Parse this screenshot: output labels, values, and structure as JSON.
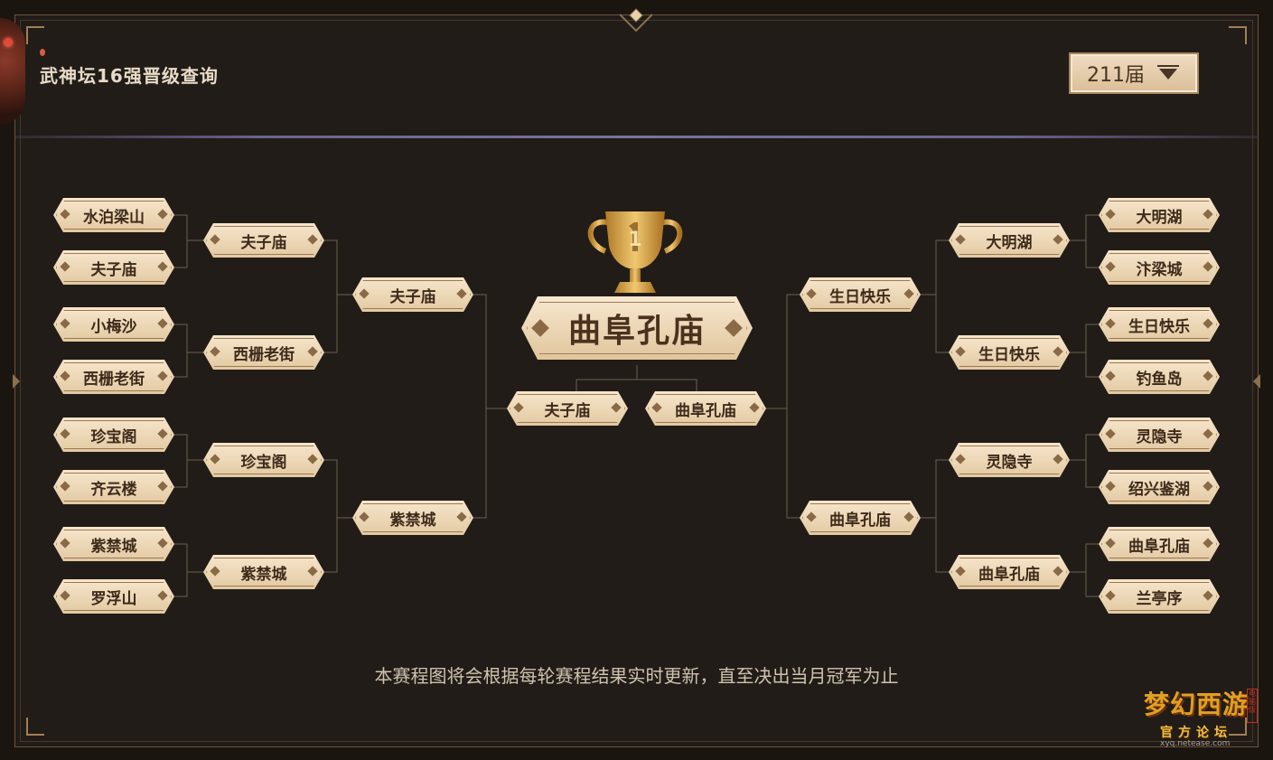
{
  "header": {
    "title": "武神坛16强晋级查询",
    "season_select": {
      "value": "211届"
    }
  },
  "bracket": {
    "left_round1": [
      "水泊梁山",
      "夫子庙",
      "小梅沙",
      "西栅老街",
      "珍宝阁",
      "齐云楼",
      "紫禁城",
      "罗浮山"
    ],
    "left_round2": [
      "夫子庙",
      "西栅老街",
      "珍宝阁",
      "紫禁城"
    ],
    "left_round3": [
      "夫子庙",
      "紫禁城"
    ],
    "final": [
      "夫子庙",
      "曲阜孔庙"
    ],
    "right_round3": [
      "生日快乐",
      "曲阜孔庙"
    ],
    "right_round2": [
      "大明湖",
      "生日快乐",
      "灵隐寺",
      "曲阜孔庙"
    ],
    "right_round1": [
      "大明湖",
      "汴梁城",
      "生日快乐",
      "钓鱼岛",
      "灵隐寺",
      "绍兴鉴湖",
      "曲阜孔庙",
      "兰亭序"
    ],
    "champion": "曲阜孔庙",
    "trophy_rank": "1"
  },
  "footnote": "本赛程图将会根据每轮赛程结果实时更新，直至决出当月冠军为止",
  "watermark": {
    "title": "梦幻西游",
    "subtitle": "官方论坛",
    "url": "xyq.netease.com",
    "badge": "电脑版"
  },
  "colors": {
    "background": "#211c17",
    "plate": "#ecd5b2",
    "plate_text": "#3e2a1a",
    "accent_line": "#7a72a0",
    "trophy_gold": "#d9a441"
  }
}
